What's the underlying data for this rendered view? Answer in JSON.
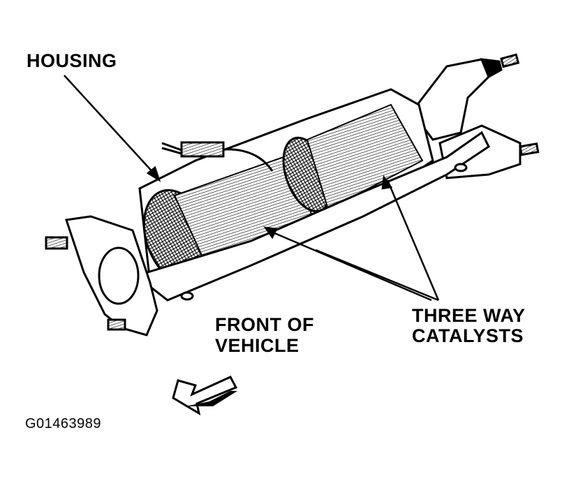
{
  "labels": {
    "housing": "HOUSING",
    "front_line1": "FRONT OF",
    "front_line2": "VEHICLE",
    "catalysts_line1": "THREE WAY",
    "catalysts_line2": "CATALYSTS",
    "figure_id": "G01463989"
  },
  "colors": {
    "ink": "#000000",
    "paper": "#ffffff"
  }
}
